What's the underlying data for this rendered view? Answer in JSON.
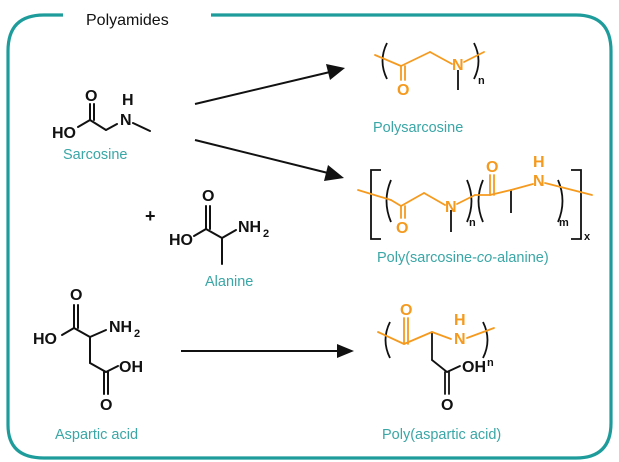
{
  "colors": {
    "frame": "#1e9c9c",
    "label": "#3aa6a6",
    "polymer": "#f59a1e",
    "bond": "#111111"
  },
  "frame_title": "Polyamides",
  "monomers": {
    "sarcosine": {
      "name": "Sarcosine",
      "atoms": {
        "o": "O",
        "ho": "HO",
        "h": "H",
        "n": "N"
      }
    },
    "alanine": {
      "name": "Alanine",
      "atoms": {
        "o": "O",
        "ho": "HO",
        "nh": "NH",
        "nh_sub": "2"
      }
    },
    "aspartic_acid": {
      "name": "Aspartic acid",
      "atoms": {
        "o_top": "O",
        "ho": "HO",
        "nh": "NH",
        "nh_sub": "2",
        "oh": "OH",
        "o_bottom": "O"
      }
    },
    "plus": "+"
  },
  "polymers": {
    "polysarcosine": {
      "name": "Polysarcosine",
      "atoms": {
        "o": "O",
        "n": "N"
      },
      "subscript": "n"
    },
    "copolymer": {
      "name_prefix": "Poly(sarcosine-",
      "name_italic": "co",
      "name_suffix": "-alanine)",
      "atoms": {
        "o1": "O",
        "n1": "N",
        "o2": "O",
        "h": "H",
        "n2": "N"
      },
      "subscripts": {
        "n": "n",
        "m": "m",
        "x": "x"
      }
    },
    "poly_aspartic": {
      "name": "Poly(aspartic acid)",
      "atoms": {
        "o": "O",
        "h": "H",
        "n": "N",
        "oh": "OH",
        "o_bottom": "O"
      },
      "subscript": "n"
    }
  }
}
